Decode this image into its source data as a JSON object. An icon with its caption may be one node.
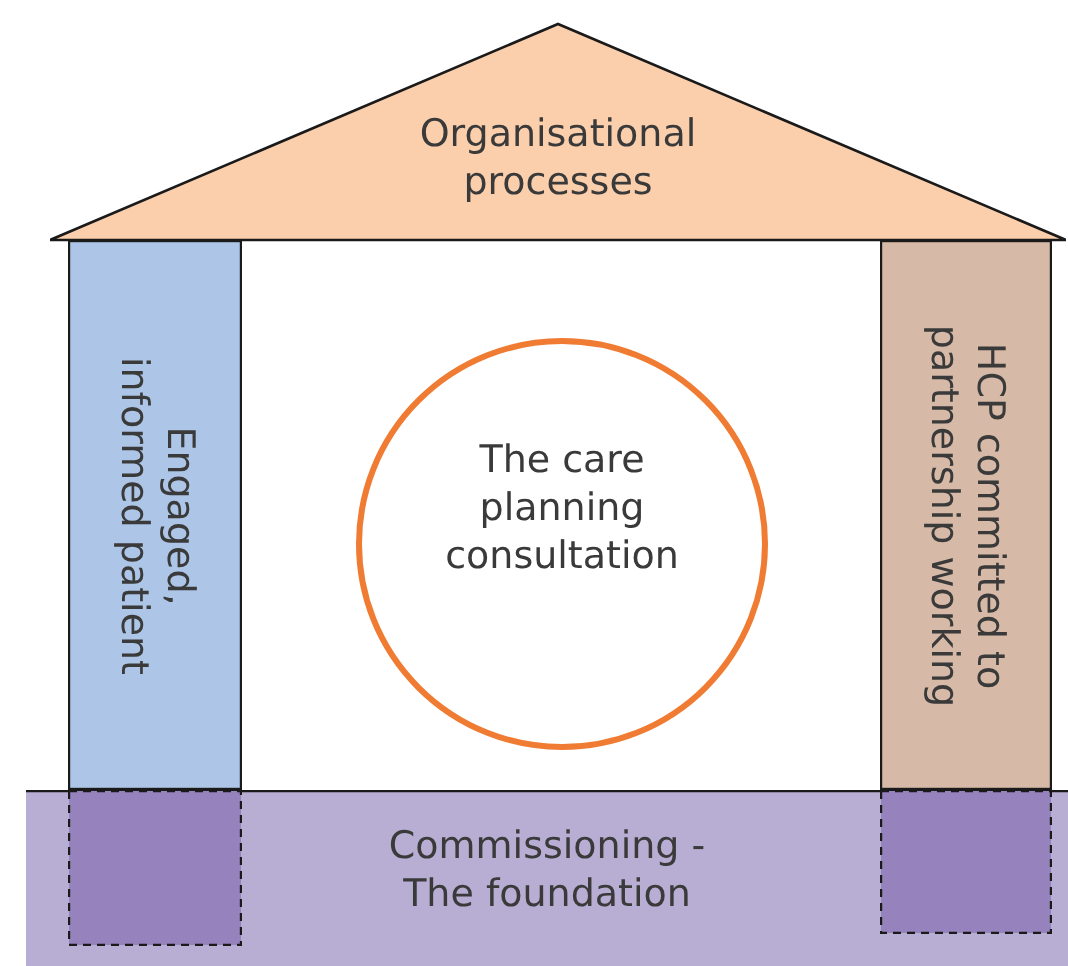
{
  "diagram": {
    "nodes": [
      {
        "text": [
          "Organisational processes"
        ]
      },
      {
        "text": [
          "Engaged, informed patient"
        ]
      },
      {
        "text": [
          "The care planning consultation"
        ]
      },
      {
        "text": [
          "HCP committed to partnership working"
        ]
      },
      {
        "text": [
          "Commissioning - The foundation"
        ]
      },
      {
        "text": [],
        "shape": "box",
        "in": 4
      },
      {
        "text": [],
        "shape": "box",
        "in": 4
      }
    ]
  }
}
